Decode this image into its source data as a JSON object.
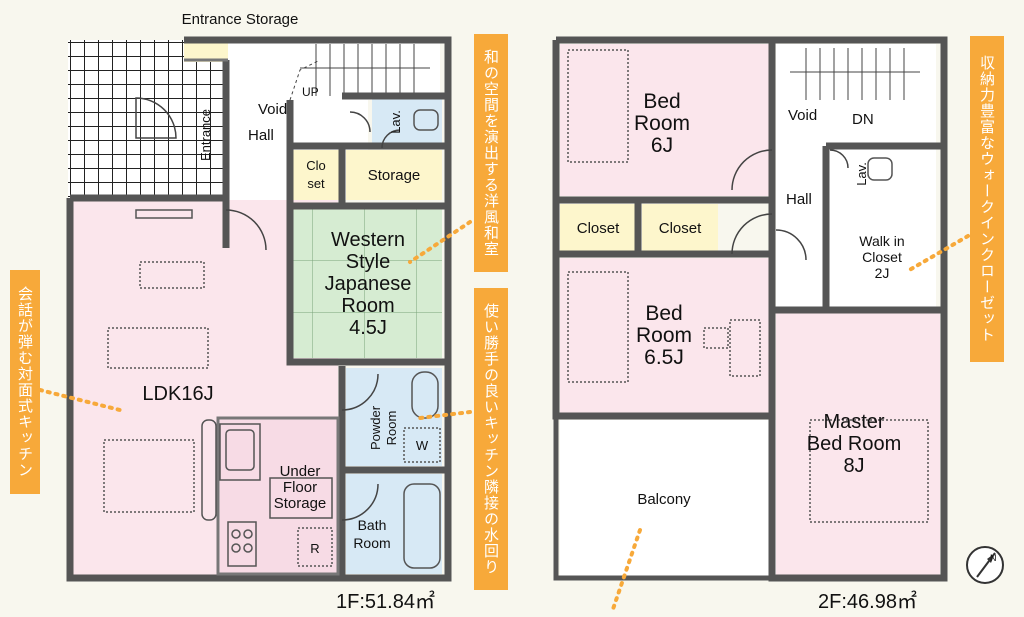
{
  "floor1": {
    "entrance_storage": "Entrance Storage",
    "entrance": "Entrance",
    "void": "Void",
    "up": "UP",
    "hall": "Hall",
    "lav": "Lav.",
    "closet_line1": "Clo",
    "closet_line2": "set",
    "storage": "Storage",
    "western_line1": "Western",
    "western_line2": "Style",
    "western_line3": "Japanese",
    "western_line4": "Room",
    "western_line5": "4.5J",
    "ldk": "LDK16J",
    "powder_line1": "Powder",
    "powder_line2": "Room",
    "w_mark": "W",
    "under_line1": "Under",
    "under_line2": "Floor",
    "under_line3": "Storage",
    "r_mark": "R",
    "bath_line1": "Bath",
    "bath_line2": "Room",
    "area": "1F:51.84㎡"
  },
  "floor2": {
    "bed1_line1": "Bed",
    "bed1_line2": "Room",
    "bed1_line3": "6J",
    "void": "Void",
    "dn": "DN",
    "lav": "Lav.",
    "hall": "Hall",
    "closet_a": "Closet",
    "closet_b": "Closet",
    "walkin_line1": "Walk in",
    "walkin_line2": "Closet",
    "walkin_line3": "2J",
    "bed2_line1": "Bed",
    "bed2_line2": "Room",
    "bed2_line3": "6.5J",
    "master_line1": "Master",
    "master_line2": "Bed Room",
    "master_line3": "8J",
    "balcony": "Balcony",
    "area": "2F:46.98㎡"
  },
  "callouts": {
    "kitchen": "会話が弾む対面式キッチン",
    "washitsu": "和の空間を演出する洋風和室",
    "water": "使い勝手の良いキッチン隣接の水回り",
    "closet": "収納力豊富なウォークインクローゼット"
  },
  "icons": {
    "compass": "compass-north-icon"
  },
  "colors": {
    "wall": "#555555",
    "ldk_floor": "#fbe6ec",
    "tatami": "#d6ecd2",
    "storage_floor": "#fdf6cc",
    "water_floor": "#d7e9f5",
    "callout": "#f7a93a"
  }
}
